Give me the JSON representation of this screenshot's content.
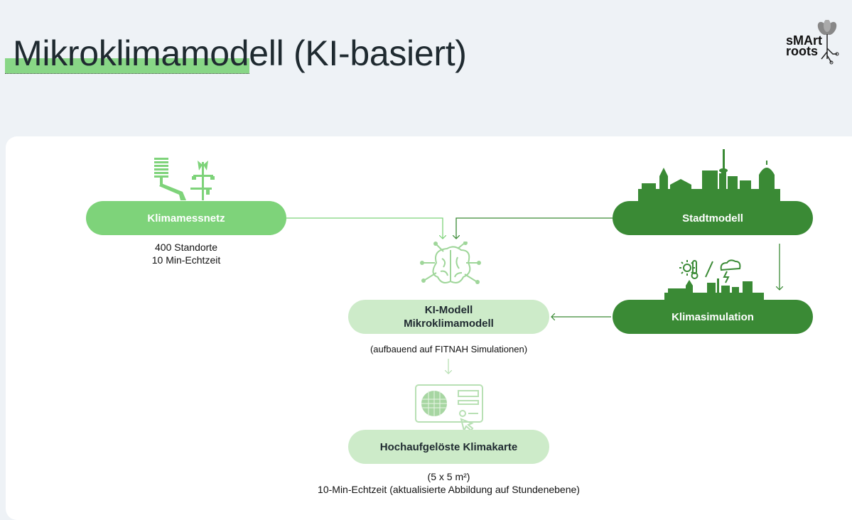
{
  "slide": {
    "title": "Mikroklimamodell (KI-basiert)",
    "logo": {
      "line1": "sMArt",
      "line2": "roots",
      "icon": "plant-roots-logo-icon"
    }
  },
  "diagram": {
    "nodes": {
      "klimamessnetz": {
        "label": "Klimamessnetz",
        "caption_line1": "400 Standorte",
        "caption_line2": "10 Min-Echtzeit",
        "icon": "weather-station-icon"
      },
      "stadtmodell": {
        "label": "Stadtmodell",
        "icon": "city-skyline-icon"
      },
      "klimasimulation": {
        "label": "Klimasimulation",
        "icon": "climate-city-icon"
      },
      "ki_modell": {
        "label_line1": "KI-Modell",
        "label_line2": "Mikroklimamodell",
        "caption": "(aufbauend auf FITNAH Simulationen)",
        "icon": "brain-network-icon"
      },
      "klimakarte": {
        "label": "Hochaufgelöste Klimakarte",
        "caption_line1": "(5 x 5 m²)",
        "caption_line2": "10-Min-Echtzeit (aktualisierte Abbildung auf Stundenebene)",
        "icon": "dashboard-map-icon"
      }
    },
    "edges": [
      {
        "from": "Klimamessnetz",
        "to": "KI-Modell Mikroklimamodell"
      },
      {
        "from": "Stadtmodell",
        "to": "KI-Modell Mikroklimamodell"
      },
      {
        "from": "Stadtmodell",
        "to": "Klimasimulation"
      },
      {
        "from": "Klimasimulation",
        "to": "KI-Modell Mikroklimamodell"
      },
      {
        "from": "KI-Modell Mikroklimamodell",
        "to": "Hochaufgelöste Klimakarte"
      }
    ],
    "colors": {
      "light_green": "#7ed37a",
      "dark_green": "#3a8a35",
      "pale_green": "#cdebc9"
    }
  }
}
